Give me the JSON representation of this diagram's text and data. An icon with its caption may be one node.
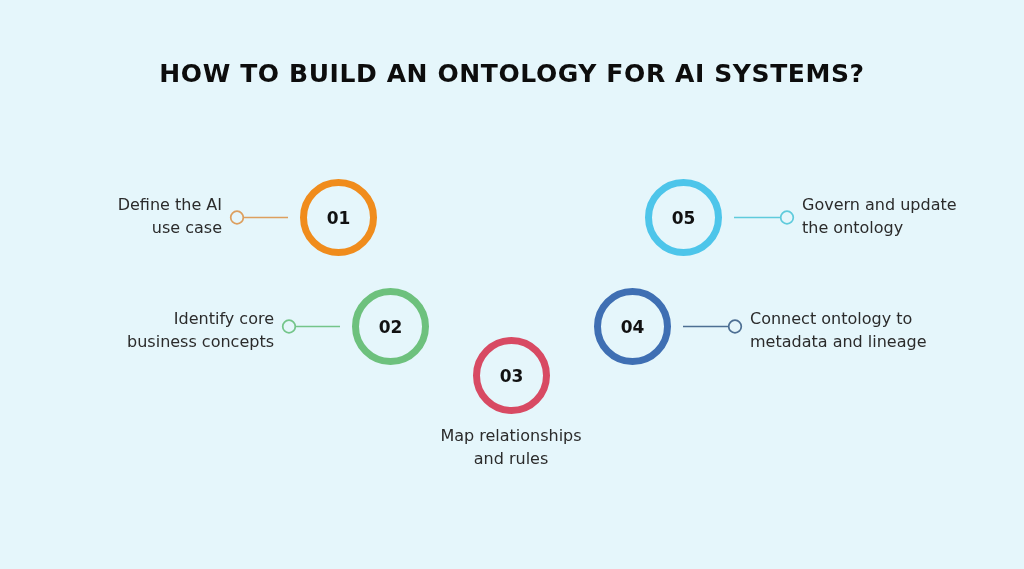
{
  "diagram": {
    "title": "HOW TO BUILD AN ONTOLOGY FOR AI SYSTEMS?",
    "nodes": [
      {
        "text": [
          "01"
        ]
      },
      {
        "text": [
          "Define the AI use case"
        ]
      },
      {
        "text": [
          "02"
        ]
      },
      {
        "text": [
          "Identify core business concepts"
        ]
      },
      {
        "text": [
          "03"
        ],
        "beside": [
          "Map relationships and rules"
        ]
      },
      {
        "text": [
          "04"
        ]
      },
      {
        "text": [
          "Connect ontology to metadata and lineage"
        ]
      },
      {
        "text": [
          "05"
        ]
      },
      {
        "text": [
          "Govern and update the ontology"
        ]
      }
    ],
    "edges": [
      {
        "from": 0,
        "to": 1,
        "arrow": "other",
        "color": "#dd9f5e"
      },
      {
        "from": 2,
        "to": 3,
        "arrow": "other",
        "color": "#74c58a"
      },
      {
        "from": 5,
        "to": 6,
        "arrow": "other",
        "color": "#4d6f93"
      },
      {
        "from": 7,
        "to": 8,
        "arrow": "other",
        "color": "#5fcbdc"
      }
    ]
  }
}
